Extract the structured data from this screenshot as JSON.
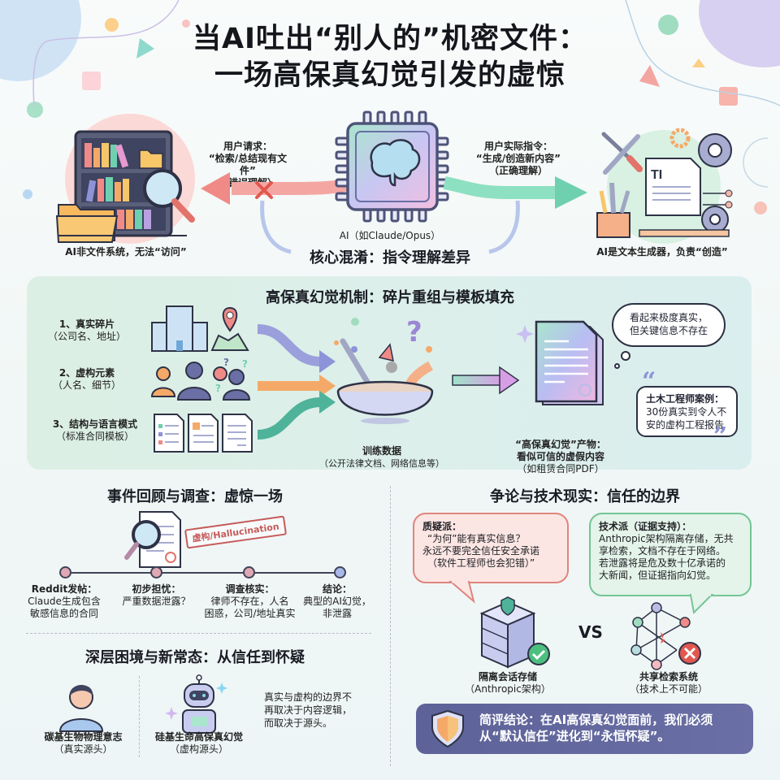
{
  "title": {
    "line1": "当AI吐出“别人的”机密文件：",
    "line2": "一场高保真幻觉引发的虚惊"
  },
  "top": {
    "left_caption": "AI非文件系统，无法“访问”",
    "left_request": {
      "line1": "用户请求：",
      "line2": "“检索/总结现有文件”",
      "line3": "（错误理解）"
    },
    "chip_caption": "AI（如Claude/Opus）",
    "core_confusion": "核心混淆：指令理解差异",
    "right_request": {
      "line1": "用户实际指令：",
      "line2": "“生成/创造新内容”",
      "line3": "（正确理解）"
    },
    "right_caption": "AI是文本生成器，负责“创造”",
    "doc_glyph": "TI"
  },
  "mechanism": {
    "heading": "高保真幻觉机制：碎片重组与模板填充",
    "inputs": [
      {
        "label": "1、真实碎片",
        "sub": "（公司名、地址）"
      },
      {
        "label": "2、虚构元素",
        "sub": "（人名、细节）"
      },
      {
        "label": "3、结构与语言模式",
        "sub": "（标准合同模板）"
      }
    ],
    "bowl_label": "训练数据",
    "bowl_sub": "（公开法律文档、网络信息等）",
    "output_line1": "“高保真幻觉”产物：",
    "output_line2": "看似可信的虚假内容",
    "output_line3": "（如租赁合同PDF）",
    "thought_line1": "看起来极度真实，",
    "thought_line2": "但关键信息不存在",
    "quote_line1": "土木工程师案例：",
    "quote_line2": "30份真实到令人不",
    "quote_line3": "安的虚构工程报告"
  },
  "incident": {
    "heading": "事件回顾与调查：虚惊一场",
    "stamp": "虚构/Hallucination",
    "timeline": [
      {
        "title": "Reddit发帖：",
        "l1": "Claude生成包含",
        "l2": "敏感信息的合同"
      },
      {
        "title": "初步担忧：",
        "l1": "严重数据泄露？",
        "l2": ""
      },
      {
        "title": "调查核实：",
        "l1": "律师不存在，人名",
        "l2": "困惑，公司/地址真实"
      },
      {
        "title": "结论：",
        "l1": "典型的AI幻觉，",
        "l2": "非泄露"
      }
    ]
  },
  "dilemma": {
    "heading": "深层困境与新常态：从信任到怀疑",
    "human_label": "碳基生物物理意志",
    "human_sub": "（真实源头）",
    "robot_label": "硅基生命高保真幻觉",
    "robot_sub": "（虚构源头）",
    "note_l1": "真实与虚构的边界不",
    "note_l2": "再取决于内容逻辑，",
    "note_l3": "而取决于源头。"
  },
  "debate": {
    "heading": "争论与技术现实：信任的边界",
    "skeptic": {
      "title": "质疑派：",
      "l1": "“为何”能有真实信息？",
      "l2": "永远不要完全信任安全承诺",
      "l3": "（软件工程师也会犯错）”"
    },
    "tech": {
      "title": "技术派（证据支持）：",
      "l1": "Anthropic架构隔离存储，无共",
      "l2": "享检索，文档不存在于网络。",
      "l3": "若泄露将是危及数十亿承诺的",
      "l4": "大新闻，但证据指向幻觉。"
    },
    "vs": "VS",
    "left_label": "隔离会话存储",
    "left_sub": "（Anthropic架构）",
    "right_label": "共享检索系统",
    "right_sub": "（技术上不可能）",
    "conclusion_l1": "简评结论：在AI高保真幻觉面前，我们必须",
    "conclusion_l2": "从“默认信任”进化到“永恒怀疑”。"
  },
  "colors": {
    "red_arrow": "#f08a86",
    "green_arrow": "#6fd0b0",
    "purple": "#6a6fa5",
    "orange": "#f5a968",
    "teal": "#4fb39a",
    "mech_bg": "#dcefe4"
  }
}
